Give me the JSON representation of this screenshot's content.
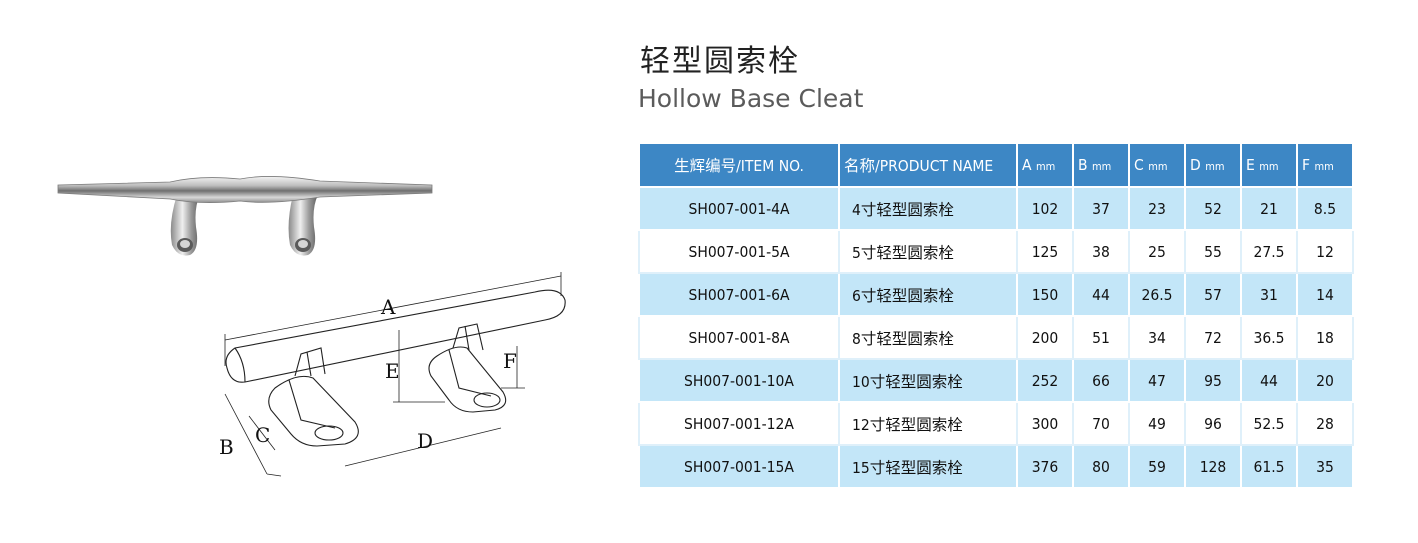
{
  "title_cn": "轻型圆索栓",
  "title_en": "Hollow Base Cleat",
  "diagram_labels": [
    "A",
    "B",
    "C",
    "D",
    "E",
    "F"
  ],
  "table": {
    "headers": {
      "item": "生辉编号/ITEM NO.",
      "name": "名称/PRODUCT NAME",
      "dims": [
        "A",
        "B",
        "C",
        "D",
        "E",
        "F"
      ],
      "unit": "mm"
    },
    "rows": [
      {
        "item": "SH007-001-4A",
        "name": "4寸轻型圆索栓",
        "values": [
          "102",
          "37",
          "23",
          "52",
          "21",
          "8.5"
        ]
      },
      {
        "item": "SH007-001-5A",
        "name": "5寸轻型圆索栓",
        "values": [
          "125",
          "38",
          "25",
          "55",
          "27.5",
          "12"
        ]
      },
      {
        "item": "SH007-001-6A",
        "name": "6寸轻型圆索栓",
        "values": [
          "150",
          "44",
          "26.5",
          "57",
          "31",
          "14"
        ]
      },
      {
        "item": "SH007-001-8A",
        "name": "8寸轻型圆索栓",
        "values": [
          "200",
          "51",
          "34",
          "72",
          "36.5",
          "18"
        ]
      },
      {
        "item": "SH007-001-10A",
        "name": "10寸轻型圆索栓",
        "values": [
          "252",
          "66",
          "47",
          "95",
          "44",
          "20"
        ]
      },
      {
        "item": "SH007-001-12A",
        "name": "12寸轻型圆索栓",
        "values": [
          "300",
          "70",
          "49",
          "96",
          "52.5",
          "28"
        ]
      },
      {
        "item": "SH007-001-15A",
        "name": "15寸轻型圆索栓",
        "values": [
          "376",
          "80",
          "59",
          "128",
          "61.5",
          "35"
        ]
      }
    ]
  },
  "colors": {
    "header_bg": "#3d87c5",
    "row_alt_bg": "#c3e6f8",
    "row_bg": "#ffffff"
  }
}
